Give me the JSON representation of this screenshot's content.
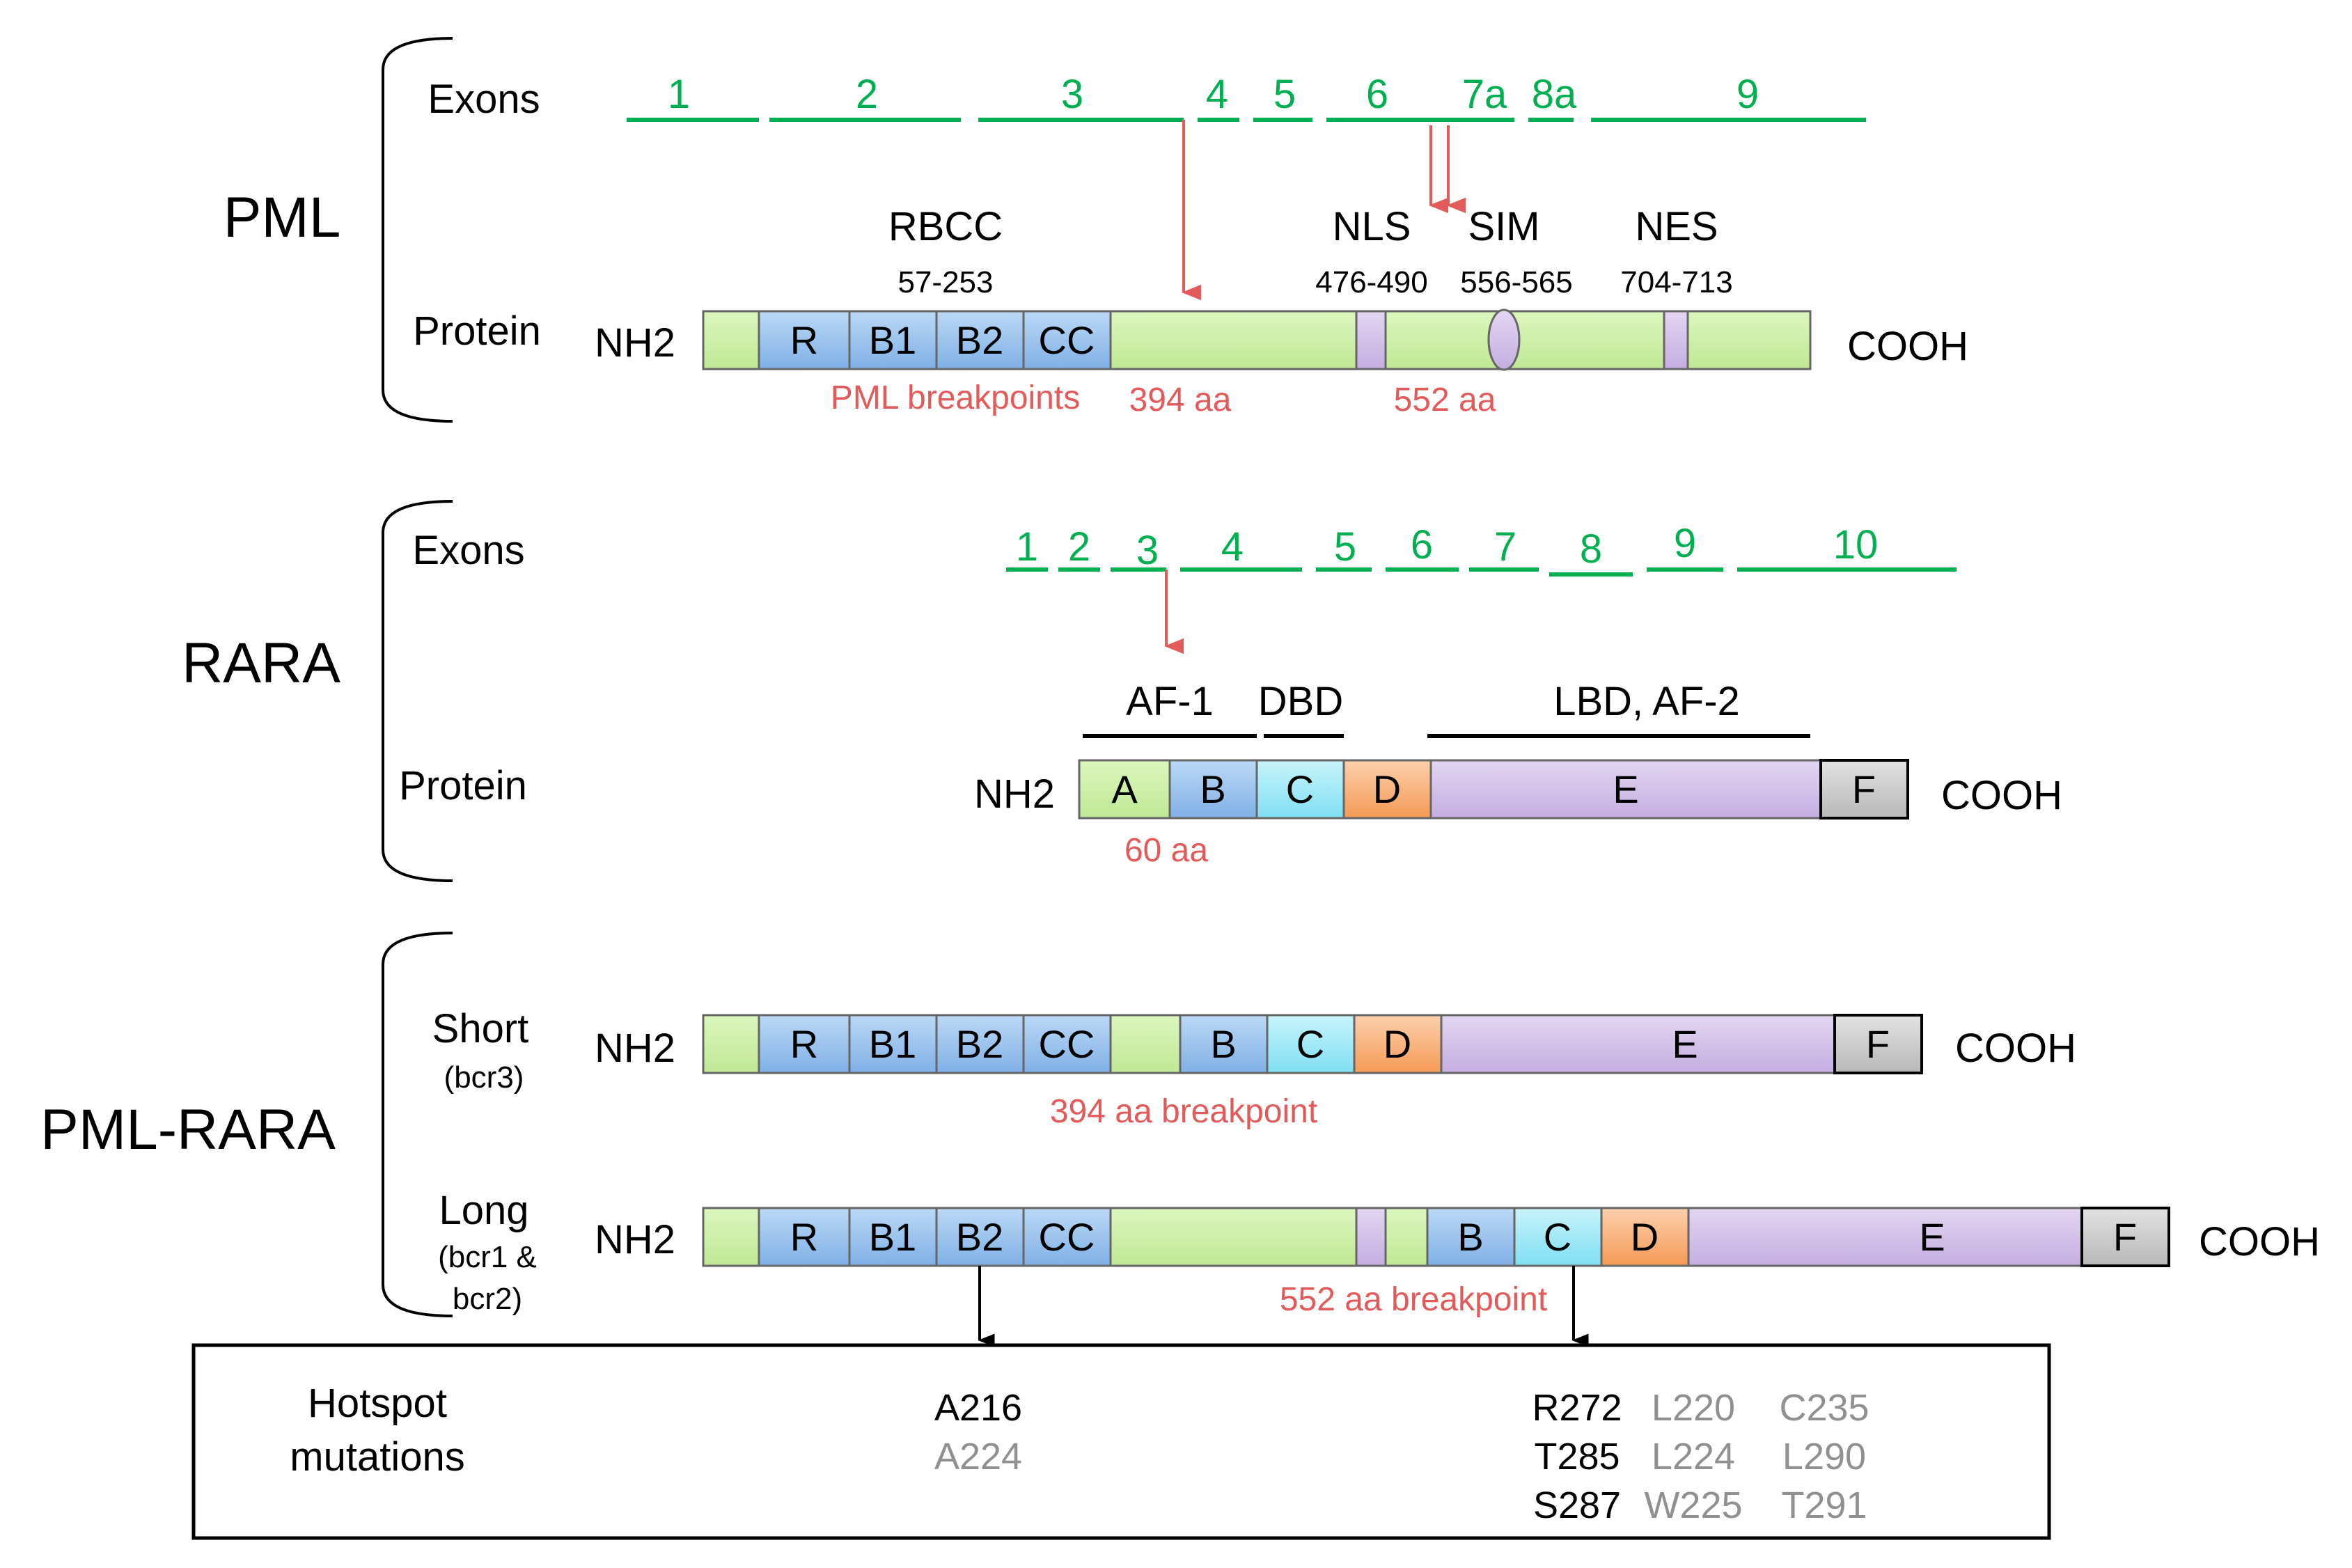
{
  "sections": {
    "pml": "PML",
    "rara": "RARA",
    "fusion": "PML-RARA"
  },
  "row_labels": {
    "exons": "Exons",
    "protein": "Protein",
    "short": "Short",
    "short_sub": "(bcr3)",
    "long": "Long",
    "long_sub1": "(bcr1 &",
    "long_sub2": "bcr2)"
  },
  "termini": {
    "n": "NH2",
    "c": "COOH"
  },
  "pml": {
    "exons": [
      "1",
      "2",
      "3",
      "4",
      "5",
      "6",
      "7a",
      "8a",
      "9"
    ],
    "domains": {
      "rbcc": "RBCC",
      "rbcc_range": "57-253",
      "nls": "NLS",
      "nls_range": "476-490",
      "sim": "SIM",
      "sim_range": "556-565",
      "nes": "NES",
      "nes_range": "704-713"
    },
    "segments": [
      "R",
      "B1",
      "B2",
      "CC"
    ],
    "breakpoints_label": "PML breakpoints",
    "bp1": "394 aa",
    "bp2": "552 aa"
  },
  "rara": {
    "exons": [
      "1",
      "2",
      "3",
      "4",
      "5",
      "6",
      "7",
      "8",
      "9",
      "10"
    ],
    "regions": {
      "af1": "AF-1",
      "dbd": "DBD",
      "lbd": "LBD, AF-2"
    },
    "segments": [
      "A",
      "B",
      "C",
      "D",
      "E",
      "F"
    ],
    "bp": "60 aa"
  },
  "fusion": {
    "short_bp": "394 aa breakpoint",
    "long_bp": "552 aa breakpoint"
  },
  "hotspot": {
    "title1": "Hotspot",
    "title2": "mutations",
    "col1": [
      "A216",
      "A224"
    ],
    "col2": [
      "R272",
      "T285",
      "S287"
    ],
    "col3": [
      "L220",
      "L224",
      "W225"
    ],
    "col4": [
      "C235",
      "L290",
      "T291"
    ]
  },
  "colors": {
    "green_bar": "#ccf2a4",
    "blue": "#9ec6f0",
    "cyan": "#a6ecf8",
    "orange": "#f9b27c",
    "purple": "#d2bfe8",
    "gray": "#cccccc",
    "exon_green": "#00b050",
    "red": "#e35a5a"
  }
}
